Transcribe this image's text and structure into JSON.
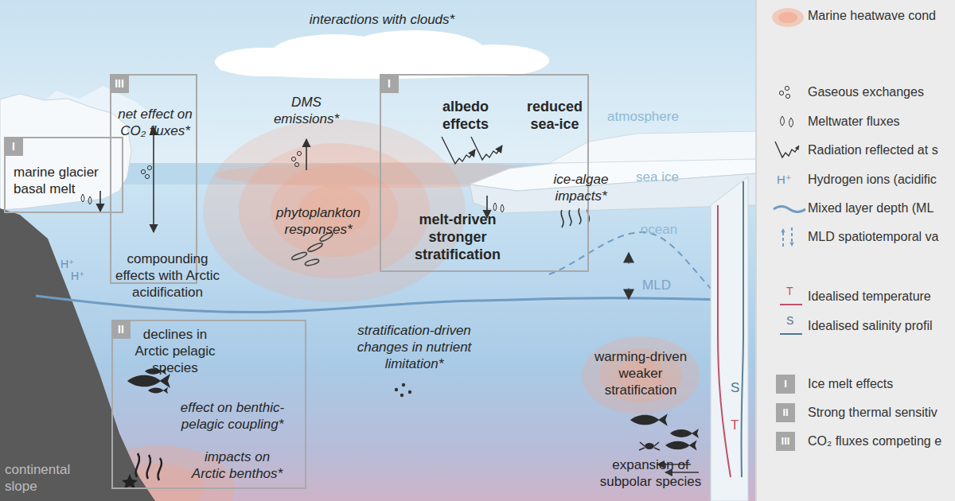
{
  "diagram": {
    "nodes": [
      {
        "text": [
          "III",
          "net effect on CO₂ fluxes*",
          "compounding effects with Arctic acidification"
        ]
      },
      {
        "text": [
          "I",
          "albedo effects",
          "reduced sea-ice",
          "melt-driven stronger stratification"
        ]
      },
      {
        "text": [
          "I",
          "marine glacier basal melt"
        ]
      },
      {
        "text": [
          "II",
          "declines in Arctic pelagic species",
          "effect on benthic-pelagic coupling*",
          "impacts on Arctic benthos*"
        ]
      },
      {
        "text": [
          "warming-driven weaker stratification"
        ]
      }
    ],
    "labels": [
      "interactions with clouds*",
      "DMS emissions*",
      "atmosphere",
      "sea ice",
      "ocean",
      "MLD",
      "phytoplankton responses*",
      "ice-algae impacts*",
      "H⁺",
      "H⁺",
      "stratification-driven changes in nutrient limitation*",
      "expansion of subpolar species",
      "continental slope",
      "S",
      "T",
      "H⁺",
      "T",
      "S",
      "I",
      "II",
      "III"
    ],
    "legend": [
      {
        "text": "Marine heatwave cond"
      },
      {
        "text": "Gaseous exchanges"
      },
      {
        "text": "Meltwater fluxes"
      },
      {
        "text": "Radiation reflected at s"
      },
      {
        "text": "Hydrogen ions (acidific"
      },
      {
        "text": "Mixed layer depth (ML"
      },
      {
        "text": "MLD spatiotemporal va"
      },
      {
        "text": "Idealised temperature"
      },
      {
        "text": "Idealised salinity profil"
      },
      {
        "text": "Ice melt effects",
        "color": "#a6a6a6"
      },
      {
        "text": "Strong thermal sensitiv",
        "color": "#a6a6a6"
      },
      {
        "text": "CO₂ fluxes competing e",
        "color": "#a6a6a6"
      }
    ]
  }
}
